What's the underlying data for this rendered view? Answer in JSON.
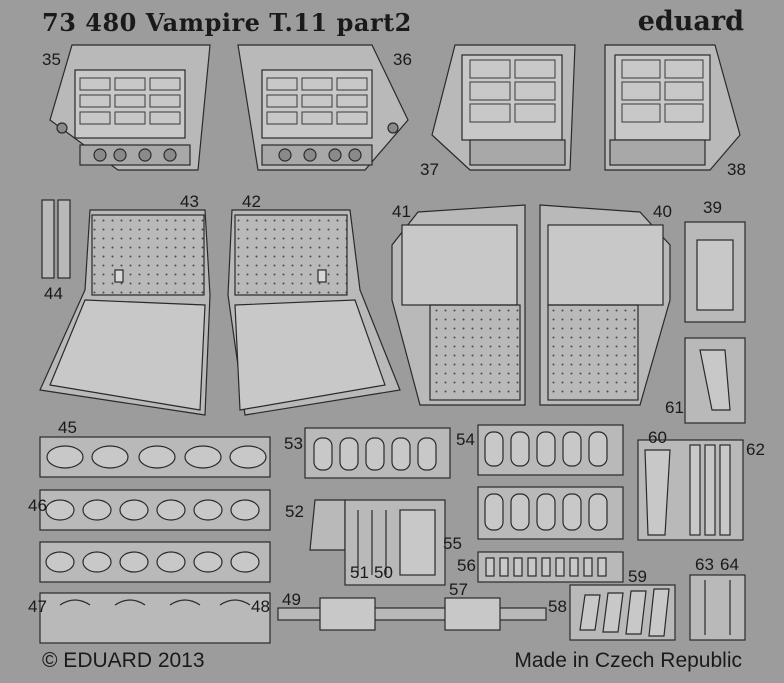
{
  "header": {
    "title": "73 480 Vampire T.11 part2",
    "brand": "eduard"
  },
  "footer": {
    "copyright": "© EDUARD 2013",
    "origin": "Made in Czech Republic"
  },
  "part_numbers": [
    "35",
    "36",
    "37",
    "38",
    "43",
    "42",
    "41",
    "40",
    "39",
    "44",
    "45",
    "53",
    "54",
    "60",
    "61",
    "62",
    "46",
    "52",
    "51",
    "50",
    "55",
    "56",
    "47",
    "48",
    "49",
    "57",
    "58",
    "59",
    "63",
    "64"
  ]
}
